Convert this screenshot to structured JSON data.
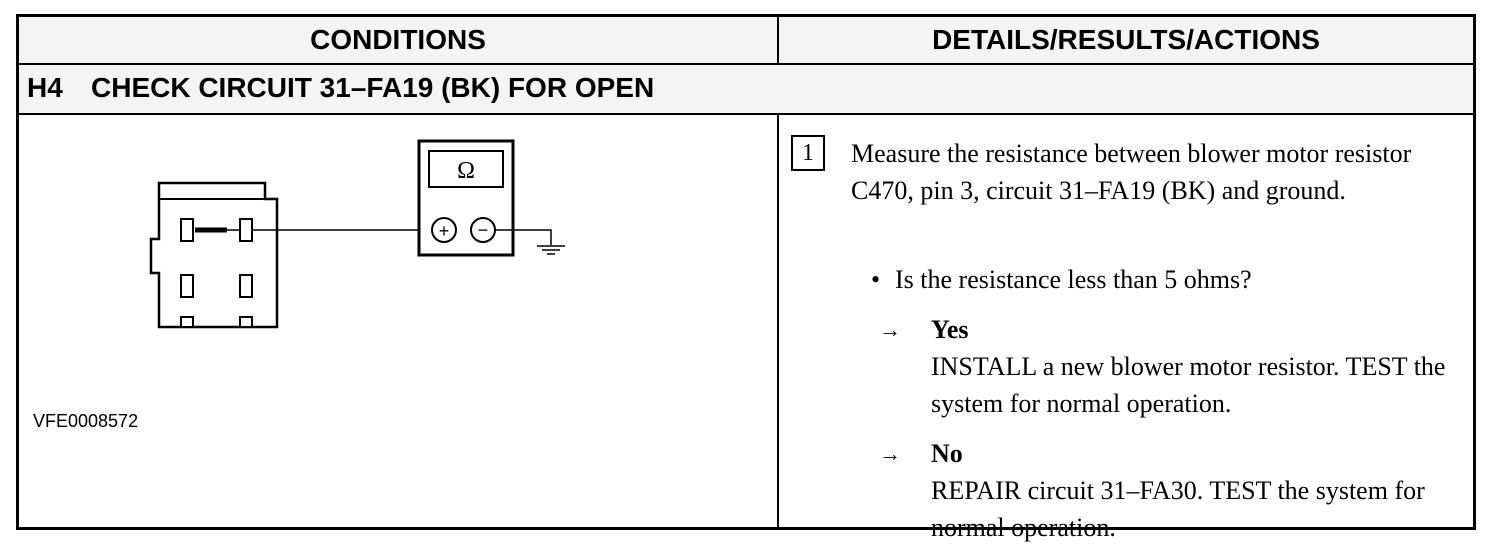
{
  "header": {
    "conditions": "CONDITIONS",
    "details": "DETAILS/RESULTS/ACTIONS"
  },
  "step": {
    "id": "H4",
    "title": "CHECK CIRCUIT 31–FA19 (BK) FOR OPEN"
  },
  "figure": {
    "meter_symbol": "Ω",
    "plus_symbol": "+",
    "minus_symbol": "−",
    "figure_id": "VFE0008572"
  },
  "details": {
    "number": "1",
    "instruction": "Measure the resistance between blower motor resistor C470, pin 3, circuit 31–FA19 (BK) and ground.",
    "bullet_mark": "•",
    "question": "Is the resistance less than 5 ohms?",
    "arrow": "→",
    "yes_label": "Yes",
    "yes_text": "INSTALL a new blower motor resistor. TEST the system for normal operation.",
    "no_label": "No",
    "no_text": "REPAIR circuit 31–FA30. TEST the system for normal operation."
  }
}
